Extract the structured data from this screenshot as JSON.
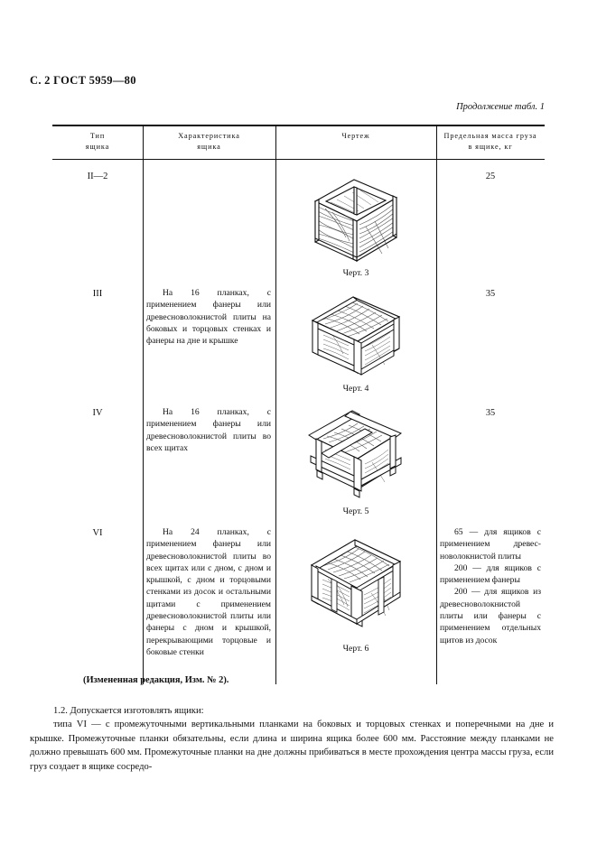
{
  "page": {
    "running_head": "С. 2 ГОСТ 5959—80",
    "table_note": "Продолжение табл. 1"
  },
  "table": {
    "headers": {
      "type": "Тип\nящика",
      "type_line1": "Тип",
      "type_line2": "ящика",
      "characteristic_line1": "Характеристика",
      "characteristic_line2": "ящика",
      "drawing": "Чертеж",
      "mass_line1": "Предельная масса груза",
      "mass_line2": "в ящике, кг"
    },
    "rows": [
      {
        "type": "II—2",
        "characteristic": "",
        "figure_caption": "Черт. 3",
        "figure_name": "open-top-box",
        "mass": "25",
        "mass_paragraphs": []
      },
      {
        "type": "III",
        "characteristic": "На 16 планках, с применением фанеры или древесно­волокнистой плиты на боко­вых и торцовых стенках и фа­неры на дне и крышке",
        "figure_caption": "Черт. 4",
        "figure_name": "closed-box-16-planks",
        "mass": "35",
        "mass_paragraphs": []
      },
      {
        "type": "IV",
        "characteristic": "На 16 планках, с применением фанеры или древесно­волокнистой плиты во всех щитах",
        "figure_caption": "Черт. 5",
        "figure_name": "box-with-skids",
        "mass": "35",
        "mass_paragraphs": []
      },
      {
        "type": "VI",
        "characteristic": "На 24 планках, с применением фанеры или древесно­волокнистой плиты во всех щитах или с дном, с дном и крышкой, с дном и торцовы­ми стенками из досок и ос­тальными щитами с примене­нием древесноволокнистой плиты или фанеры с дном и крышкой, перекрывающими торцовые и боковые стенки",
        "figure_caption": "Черт. 6",
        "figure_name": "box-24-planks",
        "mass": "",
        "mass_paragraphs": [
          "65 — для ящиков с применением древес­новолокнистой плиты",
          "200 — для ящиков с применением фане­ры",
          "200 — для ящиков из древесноволокни­стой плиты или фане­ры с применением отдельных щитов из досок"
        ]
      }
    ]
  },
  "notes": {
    "amendment": "(Измененная редакция, Изм. № 2).",
    "clause_heading": "1.2. Допускается изготовлять ящики:",
    "clause_body": "типа VI — с промежуточными вертикальными планками на боковых и торцовых стенках и поперечными на дне и крышке. Промежуточные планки обязательны, если длина и ширина ящика более 600 мм. Расстояние между планками не должно превышать 600 мм. Промежуточные планки на дне должны прибиваться в месте прохождения центра массы груза, если груз создает в ящике сосредо-"
  },
  "colors": {
    "ink": "#111111",
    "paper": "#ffffff"
  }
}
